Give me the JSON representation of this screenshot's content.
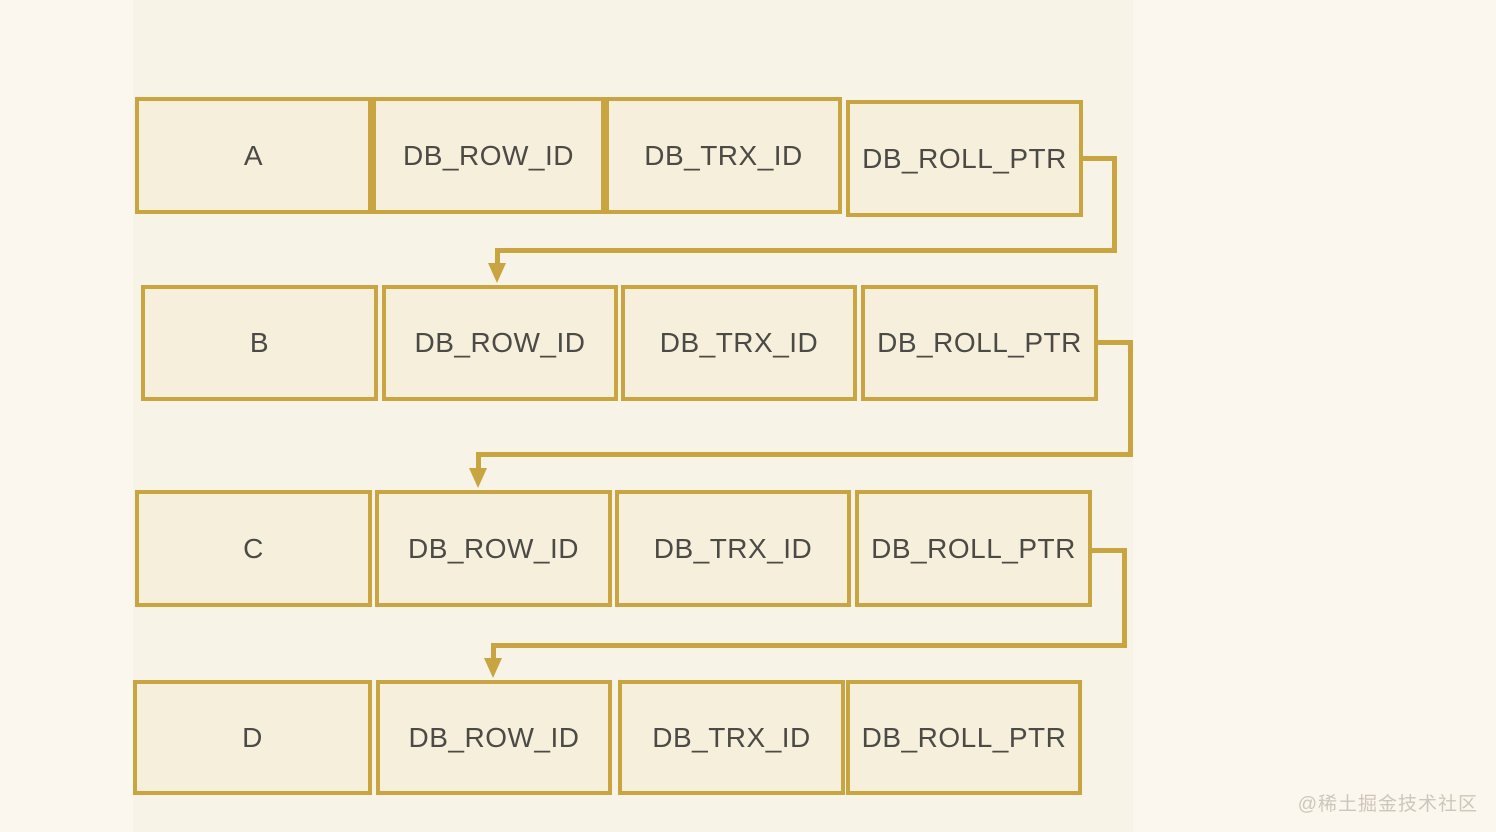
{
  "diagram": {
    "description": "Version chain of row records linked by DB_ROLL_PTR",
    "rows": [
      {
        "key": "A",
        "cells": [
          "A",
          "DB_ROW_ID",
          "DB_TRX_ID",
          "DB_ROLL_PTR"
        ]
      },
      {
        "key": "B",
        "cells": [
          "B",
          "DB_ROW_ID",
          "DB_TRX_ID",
          "DB_ROLL_PTR"
        ]
      },
      {
        "key": "C",
        "cells": [
          "C",
          "DB_ROW_ID",
          "DB_TRX_ID",
          "DB_ROLL_PTR"
        ]
      },
      {
        "key": "D",
        "cells": [
          "D",
          "DB_ROW_ID",
          "DB_TRX_ID",
          "DB_ROLL_PTR"
        ]
      }
    ],
    "connections": [
      {
        "from": "A.DB_ROLL_PTR",
        "to": "B"
      },
      {
        "from": "B.DB_ROLL_PTR",
        "to": "C"
      },
      {
        "from": "C.DB_ROLL_PTR",
        "to": "D"
      }
    ]
  },
  "watermark": {
    "text": "@稀土掘金技术社区"
  },
  "colors": {
    "accent_gold": "#c8a540",
    "box_fill": "#f5efdb",
    "text": "#4b4a46",
    "background_outer": "#fbf7ef",
    "background_inner": "#f8f3e7",
    "watermark": "#cdc6ba"
  }
}
